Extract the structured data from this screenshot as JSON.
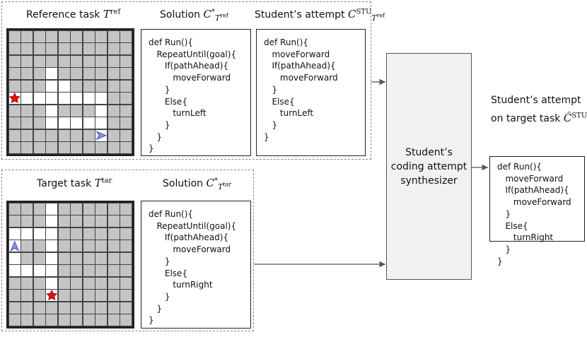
{
  "reference": {
    "title_text": "Reference task ",
    "title_symbol": "T",
    "title_sup": "ref",
    "grid": {
      "rows": 10,
      "cols": 10,
      "white_cells": [
        [
          3,
          3
        ],
        [
          4,
          3
        ],
        [
          4,
          4
        ],
        [
          5,
          0
        ],
        [
          5,
          1
        ],
        [
          5,
          2
        ],
        [
          5,
          3
        ],
        [
          5,
          4
        ],
        [
          5,
          5
        ],
        [
          5,
          6
        ],
        [
          5,
          7
        ],
        [
          6,
          3
        ],
        [
          6,
          7
        ],
        [
          7,
          3
        ],
        [
          7,
          4
        ],
        [
          7,
          5
        ],
        [
          7,
          6
        ],
        [
          7,
          7
        ],
        [
          8,
          7
        ]
      ],
      "goal": [
        5,
        0
      ],
      "avatar": [
        8,
        7
      ],
      "avatar_direction": "east"
    },
    "solution_title_text": "Solution ",
    "solution_symbol": "C",
    "solution_sup": "*",
    "solution_sub": "T",
    "solution_sub_sup": "ref",
    "solution_code": [
      "def Run(){",
      "   RepeatUntil(goal){",
      "      If(pathAhead){",
      "         moveForward",
      "      }",
      "      Else{",
      "         turnLeft",
      "      }",
      "   }",
      "}"
    ],
    "student_title_text": "Student’s attempt ",
    "student_symbol": "C",
    "student_sup": "STU",
    "student_sub": "T",
    "student_sub_sup": "ref",
    "student_code": [
      "def Run(){",
      "   moveForward",
      "   If(pathAhead){",
      "      moveForward",
      "   }",
      "   Else{",
      "      turnLeft",
      "   }",
      "}"
    ]
  },
  "target": {
    "title_text": "Target task ",
    "title_symbol": "T",
    "title_sup": "tar",
    "grid": {
      "rows": 10,
      "cols": 10,
      "white_cells": [
        [
          0,
          3
        ],
        [
          1,
          3
        ],
        [
          2,
          0
        ],
        [
          2,
          1
        ],
        [
          2,
          2
        ],
        [
          2,
          3
        ],
        [
          3,
          0
        ],
        [
          3,
          3
        ],
        [
          4,
          0
        ],
        [
          4,
          3
        ],
        [
          5,
          0
        ],
        [
          5,
          1
        ],
        [
          5,
          2
        ],
        [
          5,
          3
        ],
        [
          6,
          3
        ],
        [
          7,
          3
        ]
      ],
      "goal": [
        7,
        3
      ],
      "avatar": [
        3,
        0
      ],
      "avatar_direction": "north"
    },
    "solution_title_text": "Solution ",
    "solution_symbol": "C",
    "solution_sup": "*",
    "solution_sub": "T",
    "solution_sub_sup": "tar",
    "solution_code": [
      "def Run(){",
      "   RepeatUntil(goal){",
      "      If(pathAhead){",
      "         moveForward",
      "      }",
      "      Else{",
      "         turnRight",
      "      }",
      "   }",
      "}"
    ]
  },
  "synthesizer": {
    "line1": "Student’s",
    "line2": "coding attempt",
    "line3": "synthesizer"
  },
  "output": {
    "title_line1": "Student’s attempt",
    "title_line2_text": "on target task ",
    "title_symbol": "Ĉ",
    "title_sup": "STU",
    "title_sub": "T",
    "title_sub_sup": "tar",
    "code": [
      "def Run(){",
      "   moveForward",
      "   If(pathAhead){",
      "      moveForward",
      "   }",
      "   Else{",
      "      turnRight",
      "   }",
      "}"
    ]
  },
  "colors": {
    "grid_cell_gray": "#c4c4c4",
    "grid_cell_white": "#ffffff",
    "goal_star": "#e01010",
    "avatar": "#8a8ff0",
    "arrow": "#555555"
  }
}
